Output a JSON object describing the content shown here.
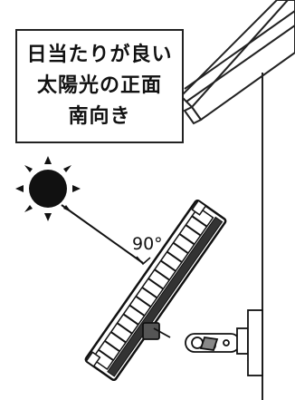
{
  "callout": {
    "line1": "日当たりが良い",
    "line2": "太陽光の正面",
    "line3": "南向き"
  },
  "angle": {
    "label": "90°"
  },
  "icons": {
    "sun": "sun-icon",
    "panel": "solar-panel",
    "wall": "wall",
    "eave": "roof-eave",
    "mount": "wall-mount-bracket"
  }
}
